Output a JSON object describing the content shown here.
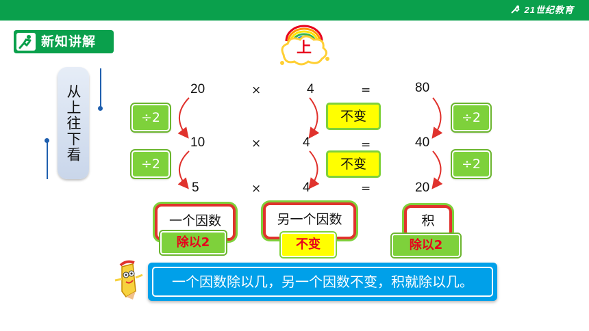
{
  "header": {
    "brand": "21世纪教育",
    "accent": "#0aa04c"
  },
  "section": {
    "title": "新知讲解"
  },
  "cloud": {
    "char": "上"
  },
  "side_card": {
    "text": "从上往下看"
  },
  "equations": [
    {
      "a": "20",
      "op": "×",
      "b": "4",
      "eq": "=",
      "c": "80"
    },
    {
      "a": "10",
      "op": "×",
      "b": "4",
      "eq": "=",
      "c": "40"
    },
    {
      "a": "5",
      "op": "×",
      "b": "4",
      "eq": "=",
      "c": "20"
    }
  ],
  "steps": {
    "left": [
      "÷2",
      "÷2"
    ],
    "middle": [
      "不变",
      "不变"
    ],
    "right": [
      "÷2",
      "÷2"
    ]
  },
  "labels": {
    "factor1": {
      "title": "一个因数",
      "sub": "除以2"
    },
    "factor2": {
      "title": "另一个因数",
      "sub": "不变"
    },
    "product": {
      "title": "积",
      "sub": "除以2"
    }
  },
  "conclusion": {
    "text": "一个因数除以几，另一个因数不变，积就除以几。"
  }
}
